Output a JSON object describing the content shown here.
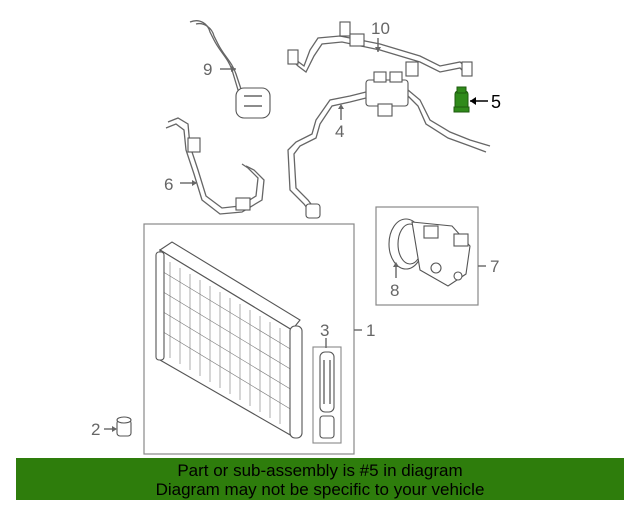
{
  "callouts": {
    "c1": "1",
    "c2": "2",
    "c3": "3",
    "c4": "4",
    "c5": "5",
    "c6": "6",
    "c7": "7",
    "c8": "8",
    "c9": "9",
    "c10": "10"
  },
  "highlight_part": "5",
  "colors": {
    "banner": "#2e7d0c",
    "highlight_part": "#2f8a1a"
  },
  "banner": {
    "line1": "Part or sub-assembly is #5 in diagram",
    "line2": "Diagram may not be specific to your vehicle"
  }
}
